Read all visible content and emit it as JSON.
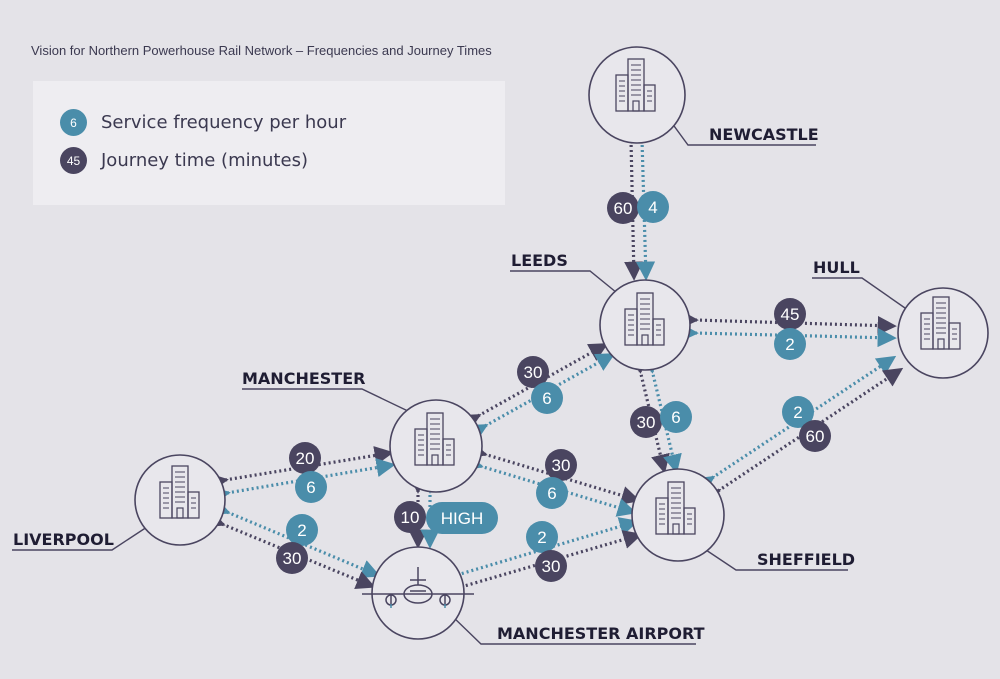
{
  "title": "Vision for Northern Powerhouse Rail Network – Frequencies and Journey Times",
  "colors": {
    "frequency": "#4a8daa",
    "journey_time": "#4a4560",
    "background": "#e4e3e8",
    "line": "#4a4560"
  },
  "legend": {
    "frequency": {
      "sample": "6",
      "label": "Service frequency per hour",
      "icon": "teal-circle"
    },
    "journey_time": {
      "sample": "45",
      "label": "Journey time (minutes)",
      "icon": "dark-circle"
    }
  },
  "cities": {
    "newcastle": {
      "label": "NEWCASTLE",
      "icon": "city-buildings-icon"
    },
    "leeds": {
      "label": "LEEDS",
      "icon": "city-buildings-icon"
    },
    "hull": {
      "label": "HULL",
      "icon": "city-buildings-icon"
    },
    "manchester": {
      "label": "MANCHESTER",
      "icon": "city-buildings-icon"
    },
    "liverpool": {
      "label": "LIVERPOOL",
      "icon": "city-buildings-icon"
    },
    "sheffield": {
      "label": "SHEFFIELD",
      "icon": "city-buildings-icon"
    },
    "manchester_airport": {
      "label": "MANCHESTER AIRPORT",
      "icon": "airplane-icon"
    }
  },
  "routes": {
    "newcastle_leeds": {
      "time": "60",
      "frequency": "4"
    },
    "leeds_hull": {
      "time": "45",
      "frequency": "2"
    },
    "manchester_leeds": {
      "time": "30",
      "frequency": "6"
    },
    "leeds_sheffield": {
      "time": "30",
      "frequency": "6"
    },
    "sheffield_hull": {
      "time": "60",
      "frequency": "2"
    },
    "liverpool_manchester": {
      "time": "20",
      "frequency": "6"
    },
    "manchester_sheffield": {
      "time": "30",
      "frequency": "6"
    },
    "manchester_airport_link": {
      "time": "10",
      "frequency": "HIGH"
    },
    "liverpool_airport": {
      "time": "30",
      "frequency": "2"
    },
    "airport_sheffield": {
      "time": "30",
      "frequency": "2"
    }
  }
}
